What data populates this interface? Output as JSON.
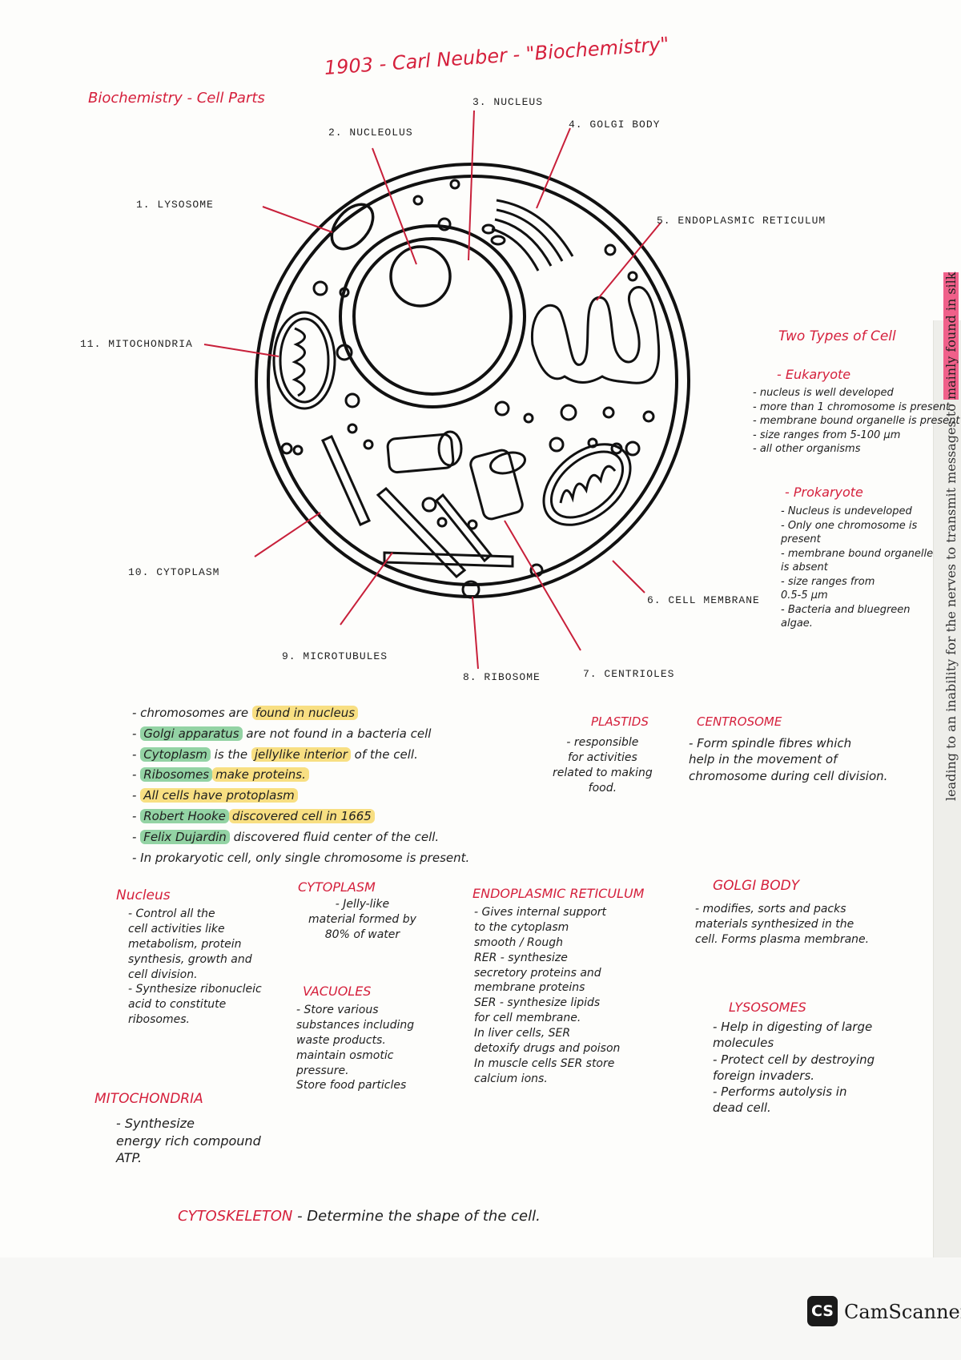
{
  "page_title": "1903 - Carl Neuber - \"Biochemistry\"",
  "section_title": "Biochemistry - Cell Parts",
  "labels": {
    "nucleus": "3. NUCLEUS",
    "nucleolus": "2. NUCLEOLUS",
    "golgi": "4. GOLGI BODY",
    "lysosome": "1. LYSOSOME",
    "er": "5. ENDOPLASMIC RETICULUM",
    "mitochondria": "11. MITOCHONDRIA",
    "cytoplasm": "10. CYTOPLASM",
    "cell_membrane": "6. CELL MEMBRANE",
    "microtubules": "9. MICROTUBULES",
    "ribosome": "8. RIBOSOME",
    "centrioles": "7. CENTRIOLES"
  },
  "cell_types": {
    "title": "Two Types of Cell",
    "eukaryote": {
      "heading": "- Eukaryote",
      "lines": [
        "- nucleus is well developed",
        "- more than 1 chromosome is present",
        "- membrane bound organelle is present",
        "- size ranges from 5-100 μm",
        "- all other organisms"
      ]
    },
    "prokaryote": {
      "heading": "- Prokaryote",
      "lines": [
        "- Nucleus is undeveloped",
        "- Only one chromosome is",
        "  present",
        "- membrane bound organelle",
        "  is absent",
        "- size ranges from",
        "    0.5-5 μm",
        "- Bacteria and bluegreen",
        "    algae."
      ]
    }
  },
  "facts": [
    {
      "pre": "- chromosomes",
      "mid": " are ",
      "hl": "found in nucleus",
      "post": ""
    },
    {
      "pre": "- ",
      "g": "Golgi apparatus",
      "post": " are not found in a bacteria cell"
    },
    {
      "pre": "- ",
      "g": "Cytoplasm",
      "mid": " is the ",
      "hl": "jellylike interior",
      "post": " of the cell."
    },
    {
      "pre": "- ",
      "g": "Ribosomes",
      "hl": "make proteins.",
      "post": ""
    },
    {
      "pre": "- ",
      "hl": "All cells have protoplasm",
      "post": ""
    },
    {
      "pre": "- ",
      "g": "Robert Hooke",
      "hl": "discovered cell in 1665",
      "post": ""
    },
    {
      "pre": "- ",
      "g": "Felix Dujardin",
      "post": " discovered fluid center of the cell."
    },
    {
      "pre": "- In prokaryotic cell, only single chromosome is present.",
      "post": ""
    }
  ],
  "plastids": {
    "heading": "PLASTIDS",
    "lines": [
      "- responsible",
      "for activities",
      "related to making",
      "food."
    ]
  },
  "centrosome": {
    "heading": "CENTROSOME",
    "lines": [
      "- Form spindle fibres which",
      "help in the movement of",
      "chromosome during cell division."
    ]
  },
  "nucleus_box": {
    "heading": "Nucleus",
    "lines": [
      "- Control all the",
      "cell activities like",
      "metabolism, protein",
      "synthesis, growth and",
      "cell division.",
      "- Synthesize ribonucleic",
      "acid to constitute",
      "ribosomes."
    ]
  },
  "cytoplasm_box": {
    "heading": "CYTOPLASM",
    "lines": [
      "- Jelly-like",
      "material formed by",
      "80% of water"
    ]
  },
  "vacuoles_box": {
    "heading": "VACUOLES",
    "lines": [
      "- Store various",
      "substances including",
      "waste products.",
      "maintain osmotic",
      "pressure.",
      "Store food particles"
    ]
  },
  "er_box": {
    "heading": "ENDOPLASMIC RETICULUM",
    "lines": [
      "- Gives internal support",
      "to the cytoplasm",
      "smooth / Rough",
      "RER - synthesize",
      "secretory proteins and",
      "membrane proteins",
      "SER - synthesize lipids",
      "for cell membrane.",
      "In liver cells, SER",
      "detoxify drugs and poison",
      "In muscle cells SER store",
      "calcium ions."
    ]
  },
  "golgi_box": {
    "heading": "GOLGI BODY",
    "lines": [
      "- modifies, sorts and packs",
      "materials synthesized in the",
      "cell. Forms plasma membrane."
    ]
  },
  "lysosomes_box": {
    "heading": "LYSOSOMES",
    "lines": [
      "- Help in digesting of large",
      "molecules",
      "- Protect cell by destroying",
      "foreign invaders.",
      "- Performs autolysis in",
      "dead cell."
    ]
  },
  "mito_box": {
    "heading": "MITOCHONDRIA",
    "lines": [
      "- Synthesize",
      "energy rich compound",
      "ATP."
    ]
  },
  "cytoskeleton": {
    "heading": "CYTOSKELETON",
    "text": " - Determine the shape of the cell."
  },
  "bleed": {
    "a": "leading to an inability for the nerves to transmit messages to",
    "b": "mainly found in silk"
  },
  "footer": {
    "logo": "CS",
    "brand": "CamScanner"
  }
}
